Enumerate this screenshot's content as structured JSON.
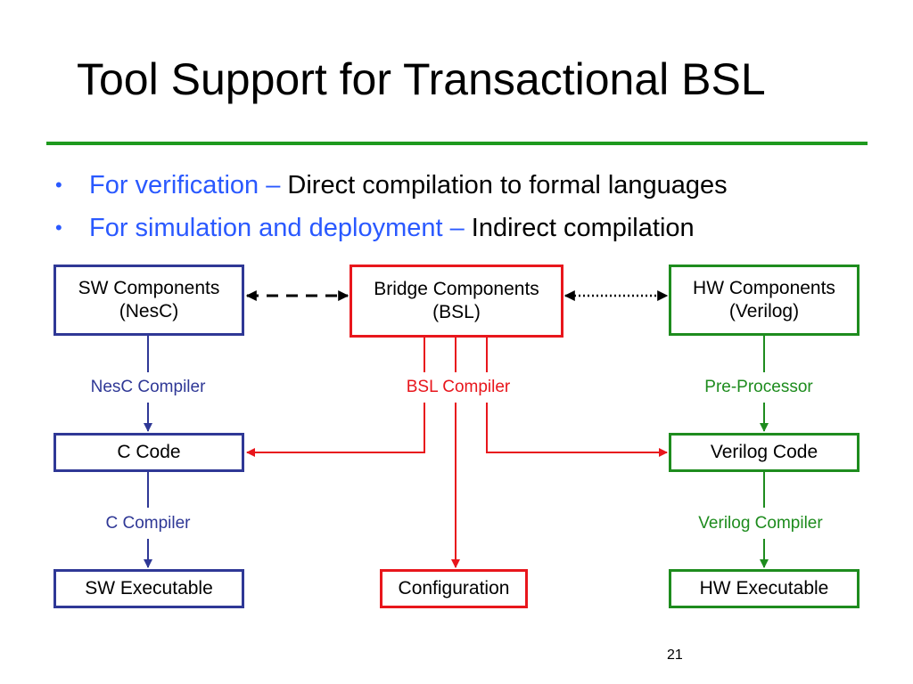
{
  "slide": {
    "title": "Tool Support for Transactional BSL",
    "page_number": "21"
  },
  "bullets": [
    {
      "marker": "•",
      "lead": "For verification –",
      "rest": "Direct compilation to formal languages"
    },
    {
      "marker": "•",
      "lead": "For simulation and deployment –",
      "rest": "Indirect compilation"
    }
  ],
  "diagram": {
    "sw_components": {
      "line1": "SW Components",
      "line2": "(NesC)"
    },
    "bridge_components": {
      "line1": "Bridge Components",
      "line2": "(BSL)"
    },
    "hw_components": {
      "line1": "HW Components",
      "line2": "(Verilog)"
    },
    "nesc_compiler": "NesC Compiler",
    "bsl_compiler": "BSL Compiler",
    "pre_processor": "Pre-Processor",
    "c_code": "C Code",
    "verilog_code": "Verilog Code",
    "c_compiler": "C Compiler",
    "verilog_compiler": "Verilog Compiler",
    "sw_executable": "SW Executable",
    "configuration": "Configuration",
    "hw_executable": "HW Executable"
  },
  "colors": {
    "sw": "#2f3896",
    "bridge": "#e8161c",
    "hw": "#1e8c1e",
    "bullet_lead": "#2a59ff",
    "title_rule": "#1e9a1e"
  }
}
